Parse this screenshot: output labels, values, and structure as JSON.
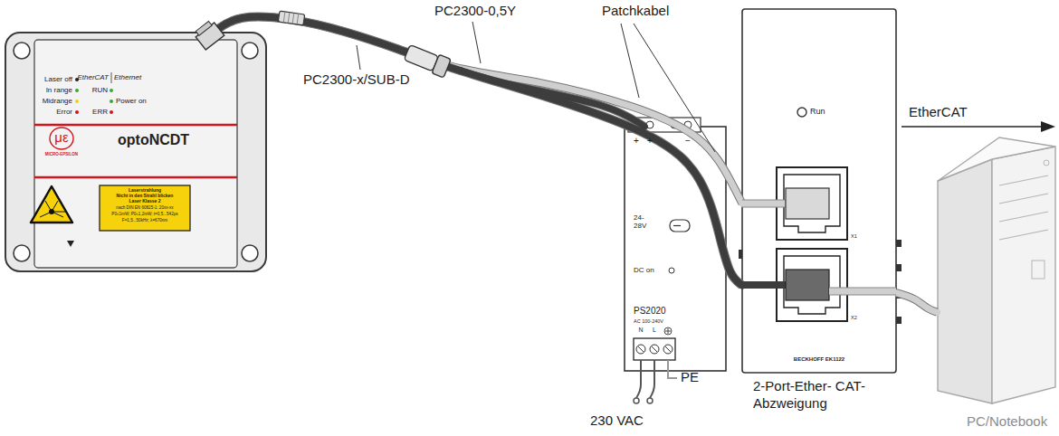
{
  "diagram": {
    "nodes": [
      {
        "text": [
          "Laser off",
          "In range",
          "Midrange",
          "Error",
          "EtherCAT",
          "RUN",
          "ERR",
          "Ethernet",
          "Power on",
          "με",
          "MICRO-EPSILON",
          "optoNCDT"
        ]
      },
      {
        "text": [
          "Laserstrahlung",
          "Nicht in den Strahl blicken",
          "Laser Klasse 2",
          "nach DIN EN 60825-1: 20xx-xx",
          "P0≤1mW; P0≤1,2mW; t=0,5...542µs",
          "F=1,5...50kHz; λ=670nm"
        ],
        "in": 0
      },
      {
        "text": [
          "+",
          "+",
          "−",
          "24- 28V",
          "DC on",
          "PS2020",
          "AC 100-240V",
          "N",
          "L"
        ]
      },
      {
        "text": [
          "Run",
          "X1",
          "X2",
          "BECKHOFF EK1122"
        ]
      },
      {
        "text": [
          "PC/Notebook"
        ]
      }
    ],
    "edges": [
      {
        "from": 0,
        "to": 2,
        "arrow": "none"
      },
      {
        "from": 0,
        "to": 3,
        "arrow": "none"
      },
      {
        "from": 0,
        "to": 3,
        "arrow": "none"
      },
      {
        "from": 3,
        "to": 4,
        "arrow": "none"
      }
    ],
    "labels": [
      "PC2300-0,5Y",
      "Patchkabel",
      "PC2300-x/SUB-D",
      "EtherCAT",
      "PE",
      "230 VAC",
      "2-Port-Ether- CAT-Abzweigung"
    ]
  }
}
